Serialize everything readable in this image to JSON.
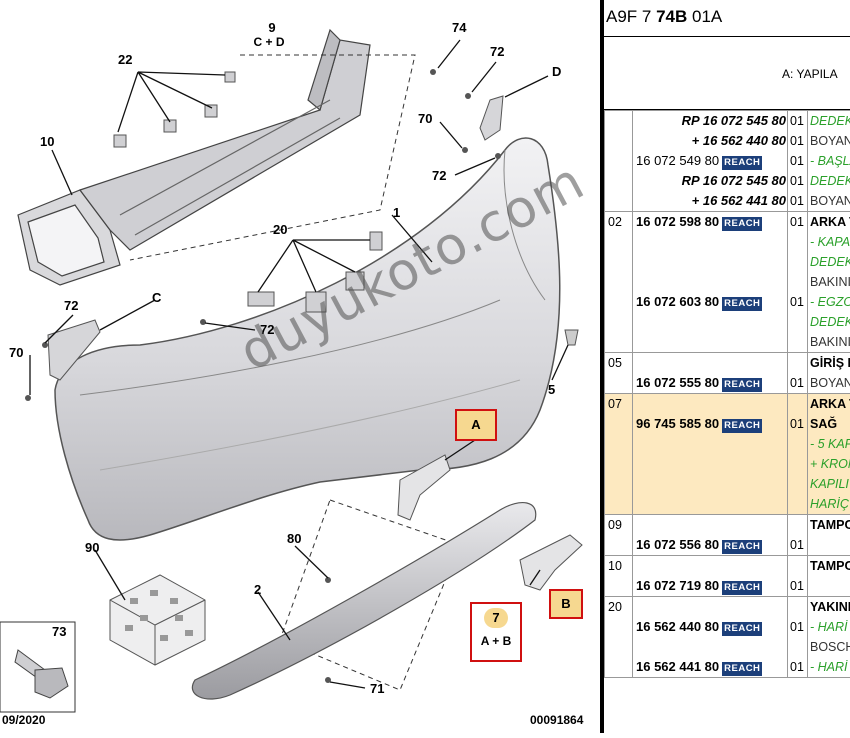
{
  "diagram": {
    "callouts": {
      "c9": "9",
      "c9_sub": "C + D",
      "c74": "74",
      "c72a": "72",
      "cD": "D",
      "c22": "22",
      "c10": "10",
      "c70a": "70",
      "c72b": "72",
      "c1": "1",
      "c20": "20",
      "c72c": "72",
      "cC": "C",
      "c72d": "72",
      "c70b": "70",
      "c5": "5",
      "cA": "A",
      "c90": "90",
      "c80": "80",
      "c2": "2",
      "c7": "7",
      "c7_sub": "A + B",
      "cB": "B",
      "c73": "73",
      "c71": "71"
    },
    "date": "09/2020",
    "drawing_no": "00091864",
    "watermark": "duyukoto.com"
  },
  "panel": {
    "ref_prefix": "A9F 7",
    "ref_bold": "74B",
    "ref_suffix": "01A",
    "sub_header": "A: YAPILA",
    "reach_badge": "REACH",
    "rows": [
      {
        "no": "",
        "lines": [
          {
            "pn": "RP 16 072 545 80",
            "style": "rp",
            "reach": false,
            "qty": "01",
            "desc": "DEDEK",
            "desc_style": "green"
          },
          {
            "pn": "+ 16 562 440 80",
            "style": "rp",
            "reach": false,
            "qty": "01",
            "desc": "BOYAN",
            "desc_style": "muted"
          },
          {
            "pn": "16 072 549 80",
            "style": "light",
            "reach": true,
            "qty": "01",
            "desc": "- BAŞLA",
            "desc_style": "green"
          },
          {
            "pn": "RP 16 072 545 80",
            "style": "rp",
            "reach": false,
            "qty": "01",
            "desc": "DEDEK",
            "desc_style": "green"
          },
          {
            "pn": "+ 16 562 441 80",
            "style": "rp",
            "reach": false,
            "qty": "01",
            "desc": "BOYAN",
            "desc_style": "muted"
          }
        ]
      },
      {
        "no": "02",
        "lines": [
          {
            "pn": "16 072 598 80",
            "style": "",
            "reach": true,
            "qty": "01",
            "desc": "ARKA T",
            "desc_style": "dark"
          },
          {
            "pn": "",
            "style": "",
            "reach": false,
            "qty": "",
            "desc": "- KAPA",
            "desc_style": "green"
          },
          {
            "pn": "",
            "style": "",
            "reach": false,
            "qty": "",
            "desc": "DEDEK",
            "desc_style": "green"
          },
          {
            "pn": "",
            "style": "",
            "reach": false,
            "qty": "",
            "desc": "BAKINI",
            "desc_style": "muted"
          },
          {
            "pn": "16 072 603 80",
            "style": "",
            "reach": true,
            "qty": "01",
            "desc": "- EGZO",
            "desc_style": "green"
          },
          {
            "pn": "",
            "style": "",
            "reach": false,
            "qty": "",
            "desc": "DEDEK",
            "desc_style": "green"
          },
          {
            "pn": "",
            "style": "",
            "reach": false,
            "qty": "",
            "desc": "BAKINI",
            "desc_style": "muted"
          }
        ]
      },
      {
        "no": "05",
        "lines": [
          {
            "pn": "",
            "style": "",
            "reach": false,
            "qty": "",
            "desc": "GİRİŞ K",
            "desc_style": "dark"
          },
          {
            "pn": "16 072 555 80",
            "style": "",
            "reach": true,
            "qty": "01",
            "desc": "BOYAN",
            "desc_style": "muted"
          }
        ]
      },
      {
        "no": "07",
        "highlight": true,
        "lines": [
          {
            "pn": "",
            "style": "",
            "reach": false,
            "qty": "",
            "desc": "ARKA T",
            "desc_style": "dark"
          },
          {
            "pn": "96 745 585 80",
            "style": "",
            "reach": true,
            "qty": "01",
            "desc": "SAĞ",
            "desc_style": "dark"
          },
          {
            "pn": "",
            "style": "",
            "reach": false,
            "qty": "",
            "desc": "- 5 KAP",
            "desc_style": "green"
          },
          {
            "pn": "",
            "style": "",
            "reach": false,
            "qty": "",
            "desc": "+ KROM",
            "desc_style": "green"
          },
          {
            "pn": "",
            "style": "",
            "reach": false,
            "qty": "",
            "desc": "KAPILI",
            "desc_style": "green"
          },
          {
            "pn": "",
            "style": "",
            "reach": false,
            "qty": "",
            "desc": "HARİÇ",
            "desc_style": "green"
          }
        ]
      },
      {
        "no": "09",
        "lines": [
          {
            "pn": "",
            "style": "",
            "reach": false,
            "qty": "",
            "desc": "TAMPO",
            "desc_style": "dark"
          },
          {
            "pn": "16 072 556 80",
            "style": "",
            "reach": true,
            "qty": "01",
            "desc": "",
            "desc_style": "muted"
          }
        ]
      },
      {
        "no": "10",
        "lines": [
          {
            "pn": "",
            "style": "",
            "reach": false,
            "qty": "",
            "desc": "TAMPO",
            "desc_style": "dark"
          },
          {
            "pn": "16 072 719 80",
            "style": "",
            "reach": true,
            "qty": "01",
            "desc": "",
            "desc_style": "muted"
          }
        ]
      },
      {
        "no": "20",
        "lines": [
          {
            "pn": "",
            "style": "",
            "reach": false,
            "qty": "",
            "desc": "YAKINI",
            "desc_style": "dark"
          },
          {
            "pn": "16 562 440 80",
            "style": "",
            "reach": true,
            "qty": "01",
            "desc": "- HARİ",
            "desc_style": "green"
          },
          {
            "pn": "",
            "style": "",
            "reach": false,
            "qty": "",
            "desc": "BOSCH",
            "desc_style": "muted"
          },
          {
            "pn": "16 562 441 80",
            "style": "",
            "reach": true,
            "qty": "01",
            "desc": "- HARİ",
            "desc_style": "green"
          }
        ]
      }
    ]
  }
}
